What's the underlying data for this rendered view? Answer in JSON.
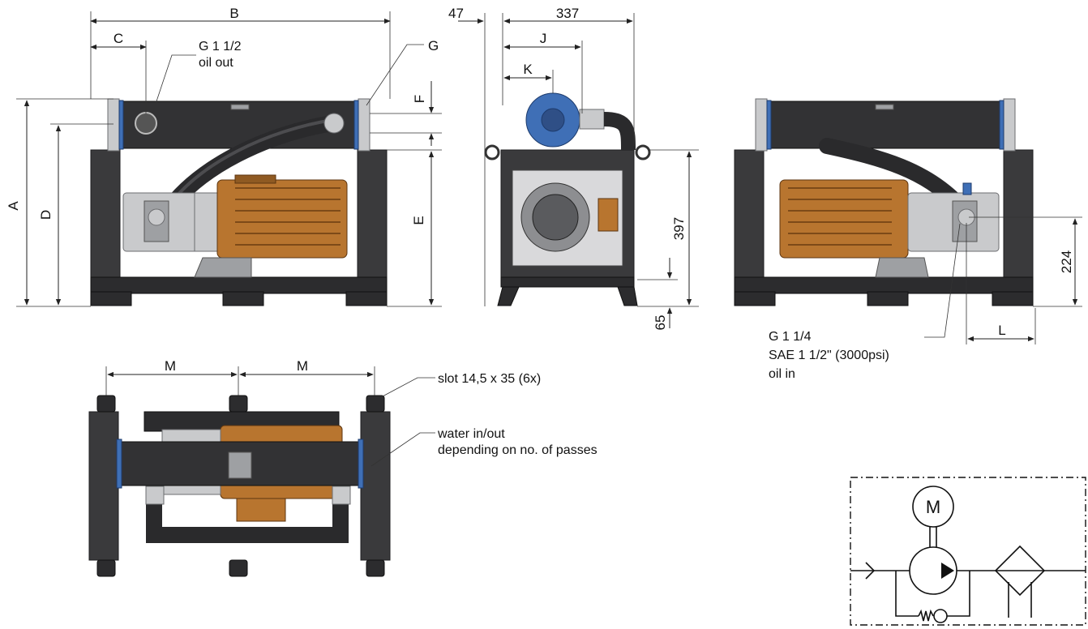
{
  "dimensions": {
    "A": "A",
    "B": "B",
    "C": "C",
    "D": "D",
    "E": "E",
    "F": "F",
    "G": "G",
    "J": "J",
    "K": "K",
    "L": "L",
    "M": "M",
    "v47": "47",
    "v337": "337",
    "v397": "397",
    "v65": "65",
    "v224": "224"
  },
  "notes": {
    "oil_out_line1": "G 1 1/2",
    "oil_out_line2": "oil out",
    "oil_in_line1": "G 1 1/4",
    "oil_in_line2": "SAE 1 1/2\" (3000psi)",
    "oil_in_line3": "oil in",
    "slot": "slot 14,5 x 35 (6x)",
    "water_line1": "water in/out",
    "water_line2": "depending on no. of passes"
  },
  "symbol": {
    "motor_letter": "M"
  },
  "colors": {
    "frame": "#3a3a3c",
    "motor": "#b8752f",
    "pump_blue": "#3f6fb6",
    "steel": "#c9cacc"
  }
}
